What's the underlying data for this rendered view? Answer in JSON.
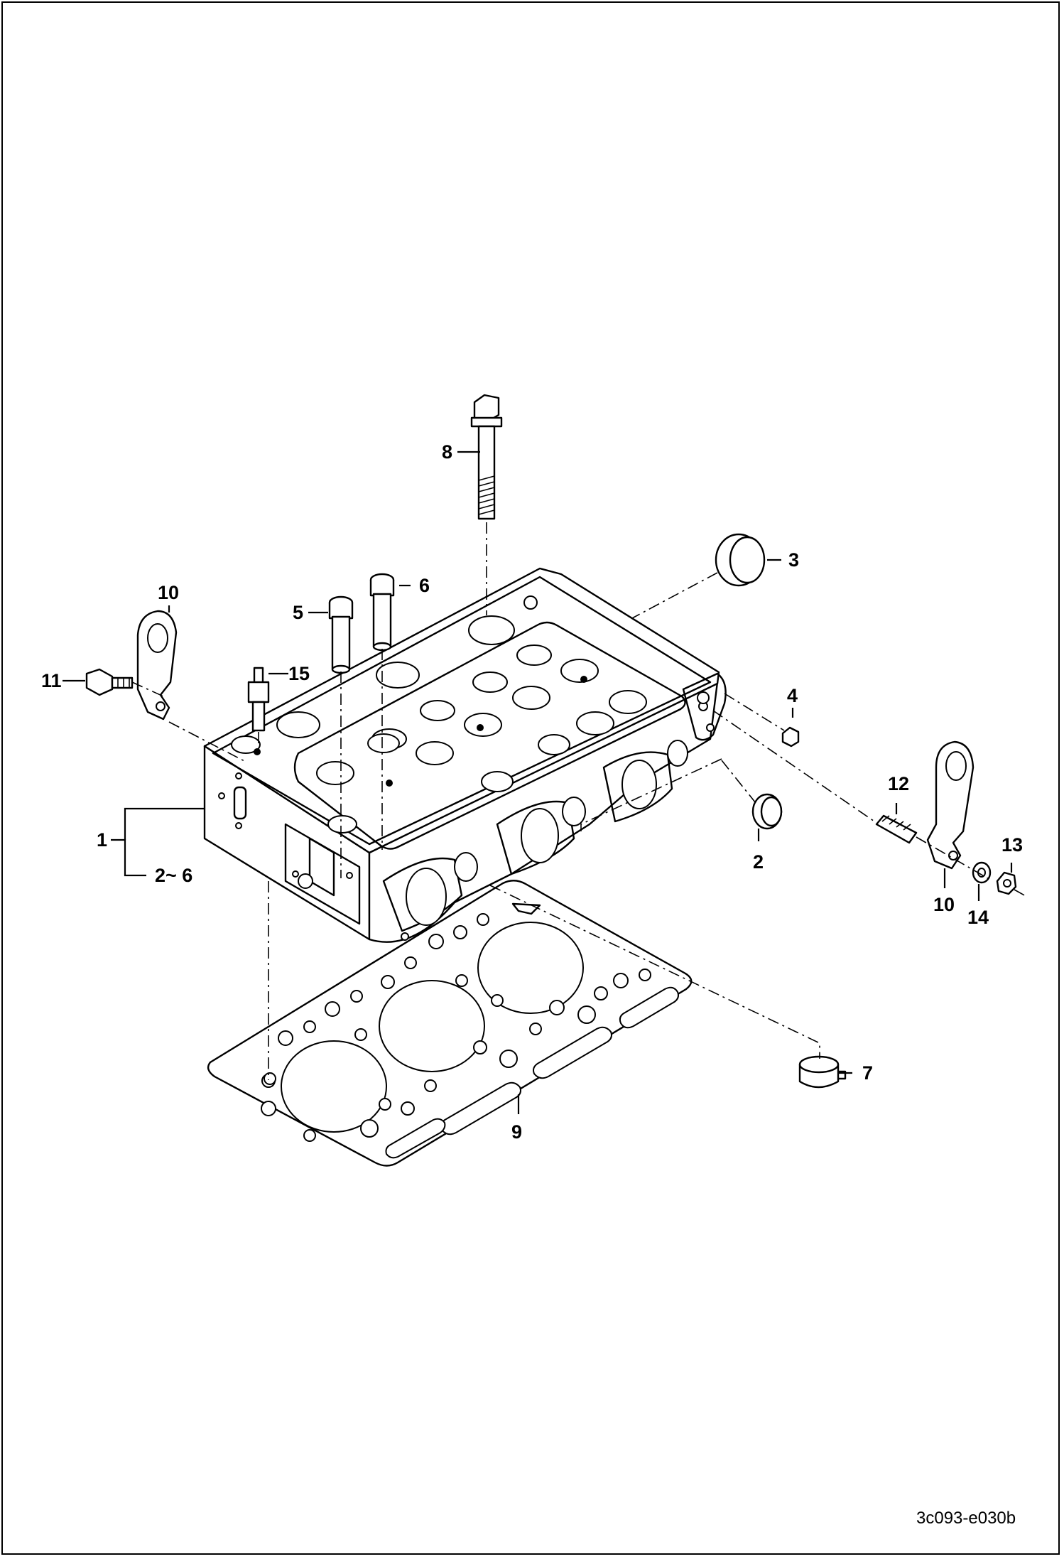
{
  "callouts": {
    "c1": "1",
    "c2_6": "2~ 6",
    "c2": "2",
    "c3": "3",
    "c4": "4",
    "c5": "5",
    "c6": "6",
    "c7": "7",
    "c8": "8",
    "c9": "9",
    "c10a": "10",
    "c10b": "10",
    "c11": "11",
    "c12": "12",
    "c13": "13",
    "c14": "14",
    "c15": "15"
  },
  "figure_ref": "3c093-e030b"
}
